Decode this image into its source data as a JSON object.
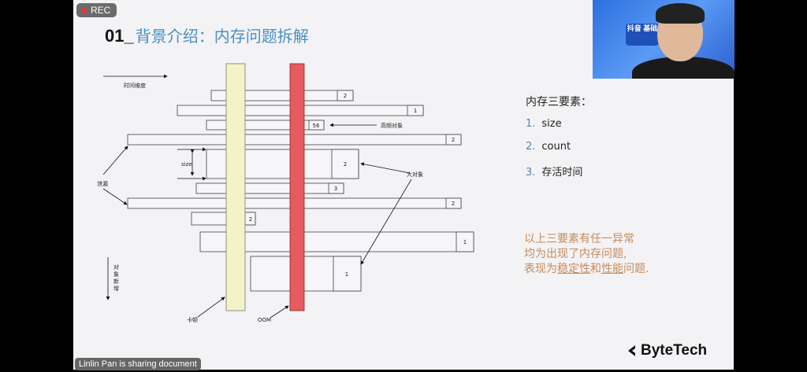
{
  "recording": {
    "label": "REC"
  },
  "slide": {
    "title_number": "01_",
    "title_text": "背景介绍：内存问题拆解",
    "diagram": {
      "time_axis_label": "时间维度",
      "object_growth_label": "对象新增",
      "leak_label": "泄漏",
      "size_label": "size",
      "high_freq_label": "高频对象",
      "large_object_label": "大对象",
      "jank_label": "卡顿",
      "oom_label": "OOM",
      "bar_counts": [
        "2",
        "1",
        "56",
        "2",
        "2",
        "3",
        "2",
        "2",
        "1",
        "1"
      ]
    },
    "elements_title": "内存三要素：",
    "elements": [
      {
        "num": "1.",
        "text": "size"
      },
      {
        "num": "2.",
        "text": "count"
      },
      {
        "num": "3.",
        "text": "存活时间"
      }
    ],
    "note": {
      "line1": "以上三要素有任一异常",
      "line2": "均为出现了内存问题,",
      "line3_prefix": "表现为",
      "stability": "稳定性",
      "and": "和",
      "performance": "性能",
      "line3_suffix": "问题."
    },
    "logo": "ByteTech"
  },
  "video": {
    "sign_text": "抖音 基础"
  },
  "sharing_status": "Linlin Pan is sharing document"
}
